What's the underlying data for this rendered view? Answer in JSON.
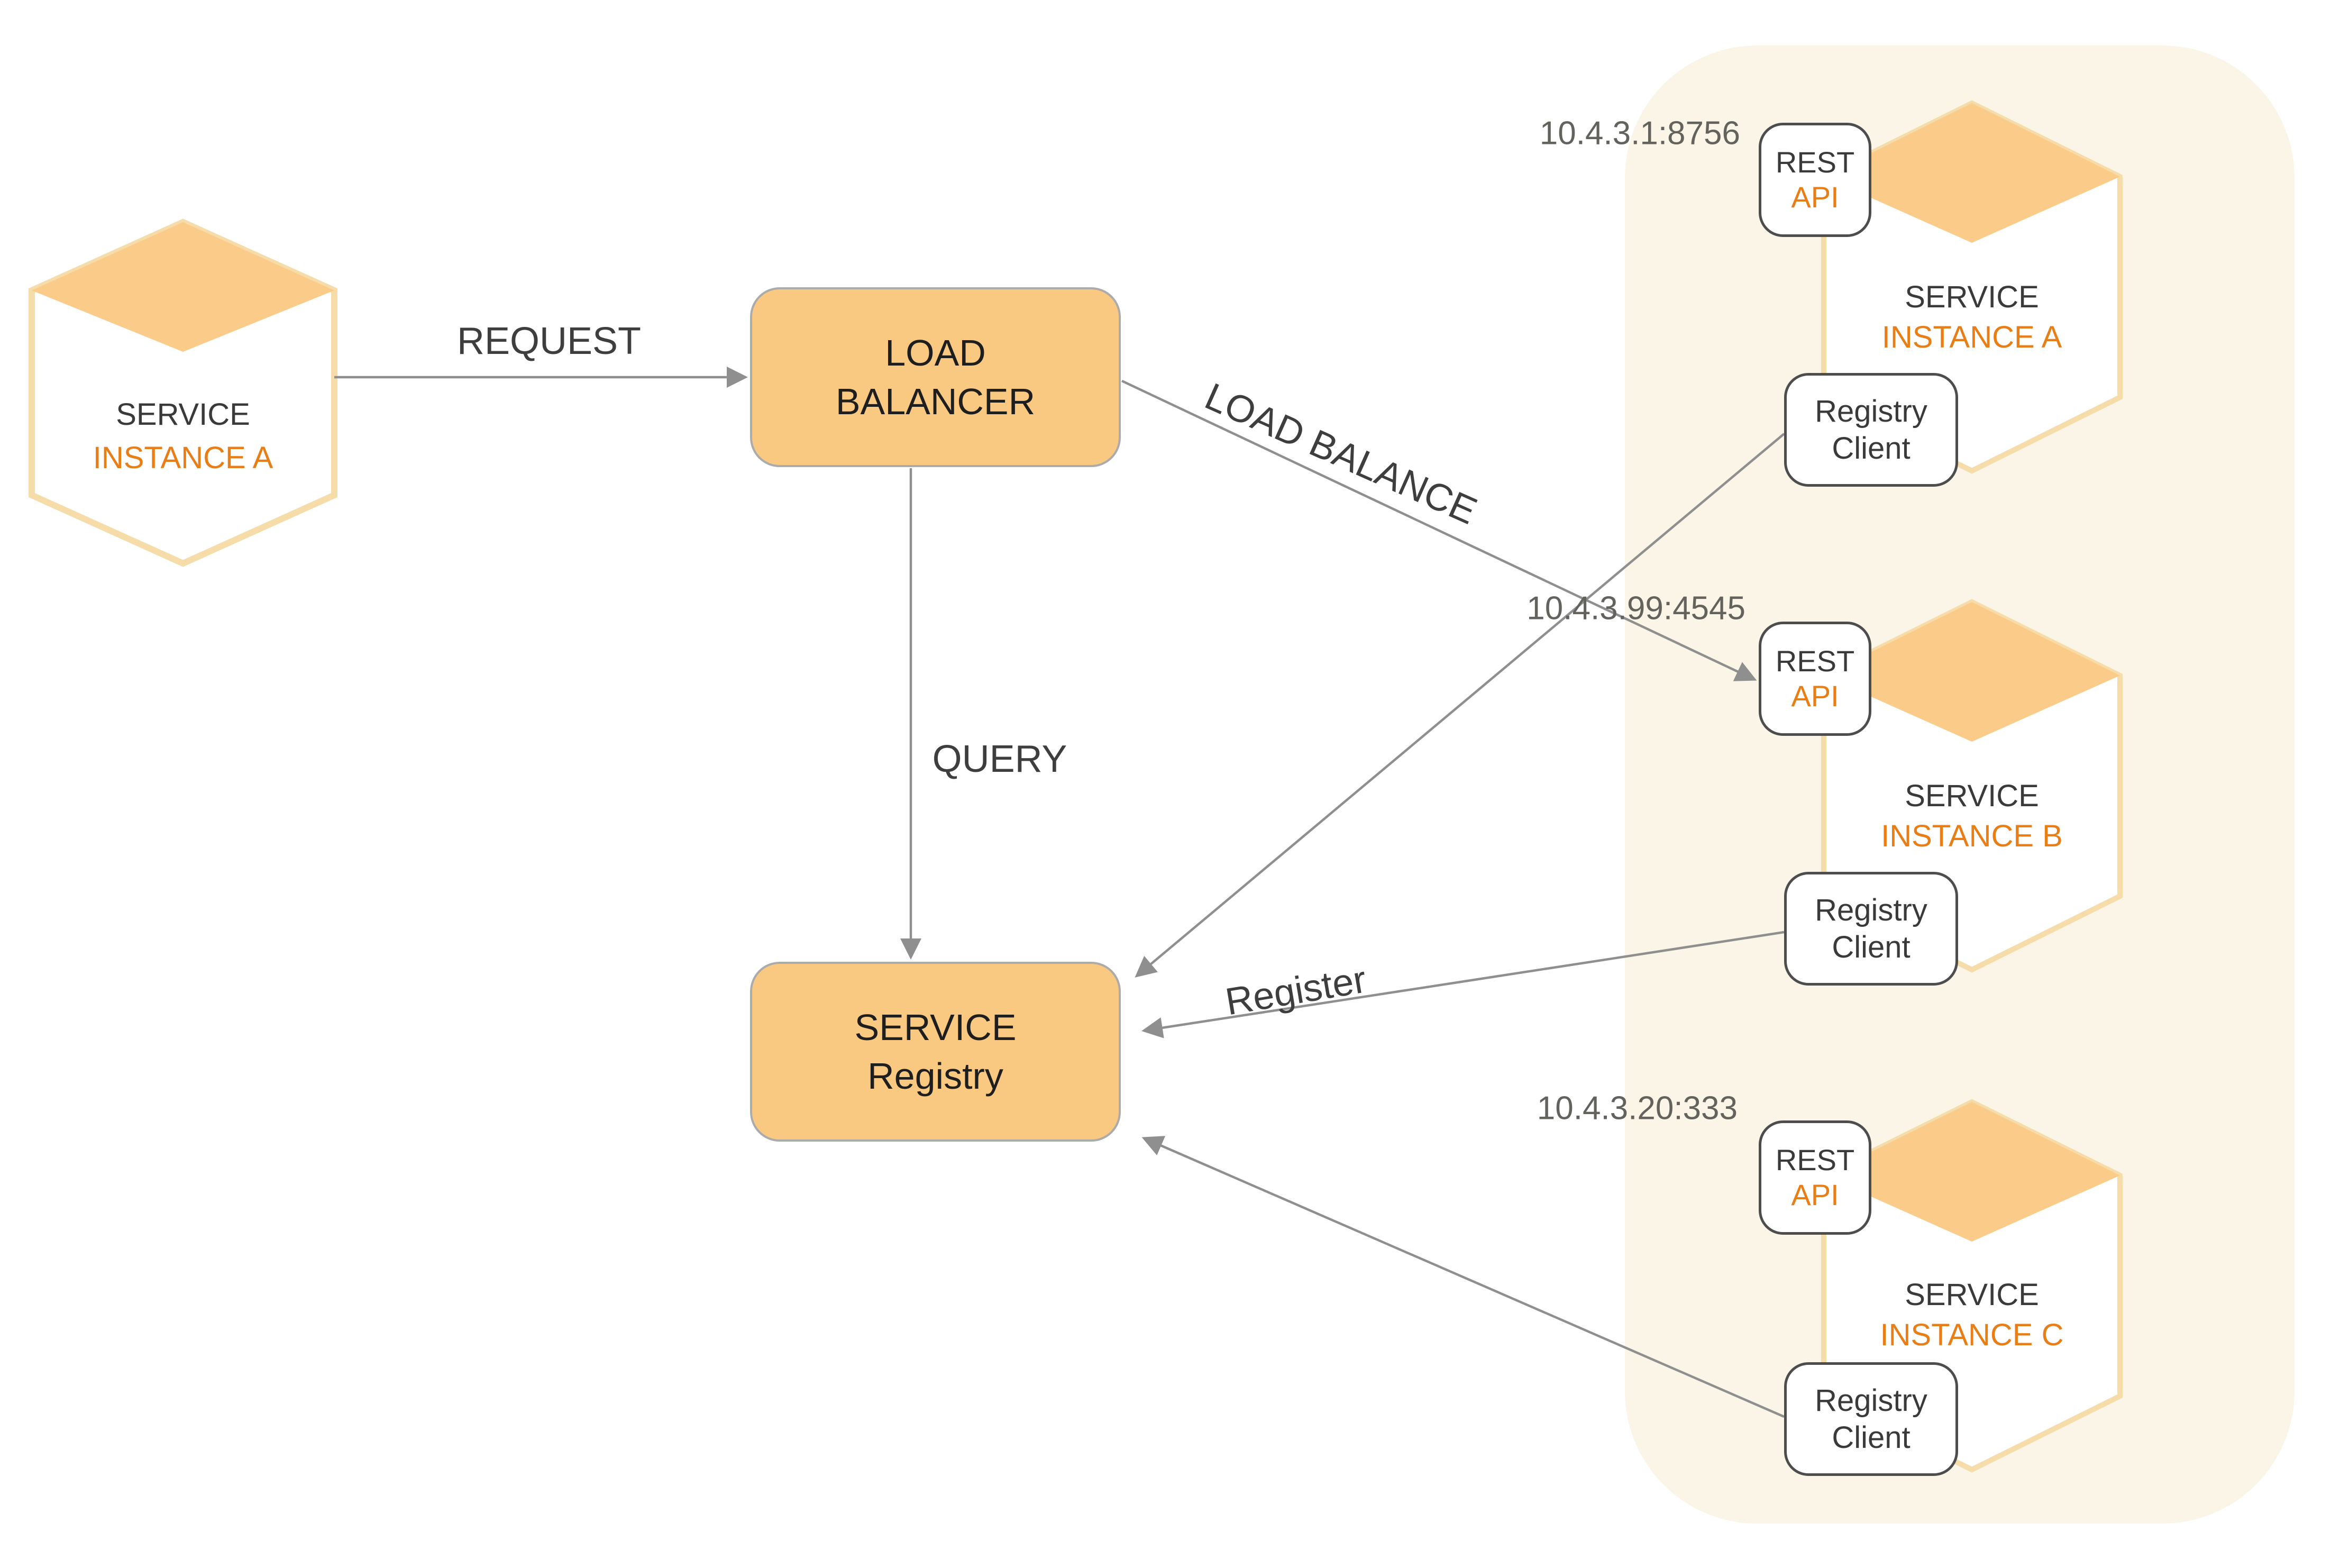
{
  "diagram_title": "Service registry with load balancer",
  "labels": {
    "request": "REQUEST",
    "query": "QUERY",
    "load_balance": "LOAD BALANCE",
    "register": "Register"
  },
  "load_balancer": {
    "line1": "LOAD",
    "line2": "BALANCER"
  },
  "service_registry": {
    "line1": "SERVICE",
    "line2": "Registry"
  },
  "client": {
    "line1": "SERVICE",
    "line2": "INSTANCE A"
  },
  "rest_api": {
    "line1": "REST",
    "line2": "API"
  },
  "registry_client": {
    "line1": "Registry",
    "line2": "Client"
  },
  "instances": [
    {
      "ip": "10.4.3.1:8756",
      "line1": "SERVICE",
      "line2": "INSTANCE A"
    },
    {
      "ip": "10.4.3.99:4545",
      "line1": "SERVICE",
      "line2": "INSTANCE B"
    },
    {
      "ip": "10.4.3.20:333",
      "line1": "SERVICE",
      "line2": "INSTANCE C"
    }
  ],
  "colors": {
    "node_orange": "#F9C981",
    "hex_top_orange": "#FACB89",
    "hex_border": "#F5DCA9",
    "panel_cream": "#FAF5E6",
    "line_gray": "#8F8F8F",
    "box_border_gray": "#ABABAB",
    "component_border": "#4D4D4D",
    "text_dark": "#3A3A3A",
    "text_orange": "#E87E15",
    "ip_gray": "#63625D"
  }
}
